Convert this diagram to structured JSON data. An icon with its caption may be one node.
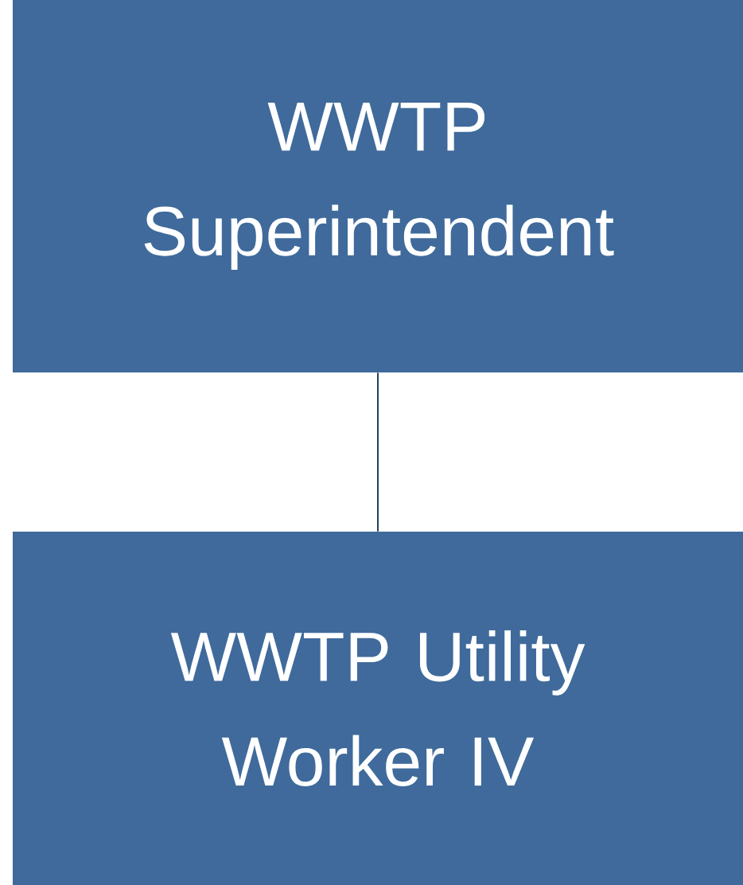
{
  "diagram": {
    "nodes": [
      {
        "text": [
          "WWTP Superintendent"
        ]
      },
      {
        "text": [
          "WWTP Utility Worker IV"
        ]
      }
    ],
    "edges": [
      {
        "from": 0,
        "to": 1,
        "arrow": "none"
      }
    ]
  }
}
